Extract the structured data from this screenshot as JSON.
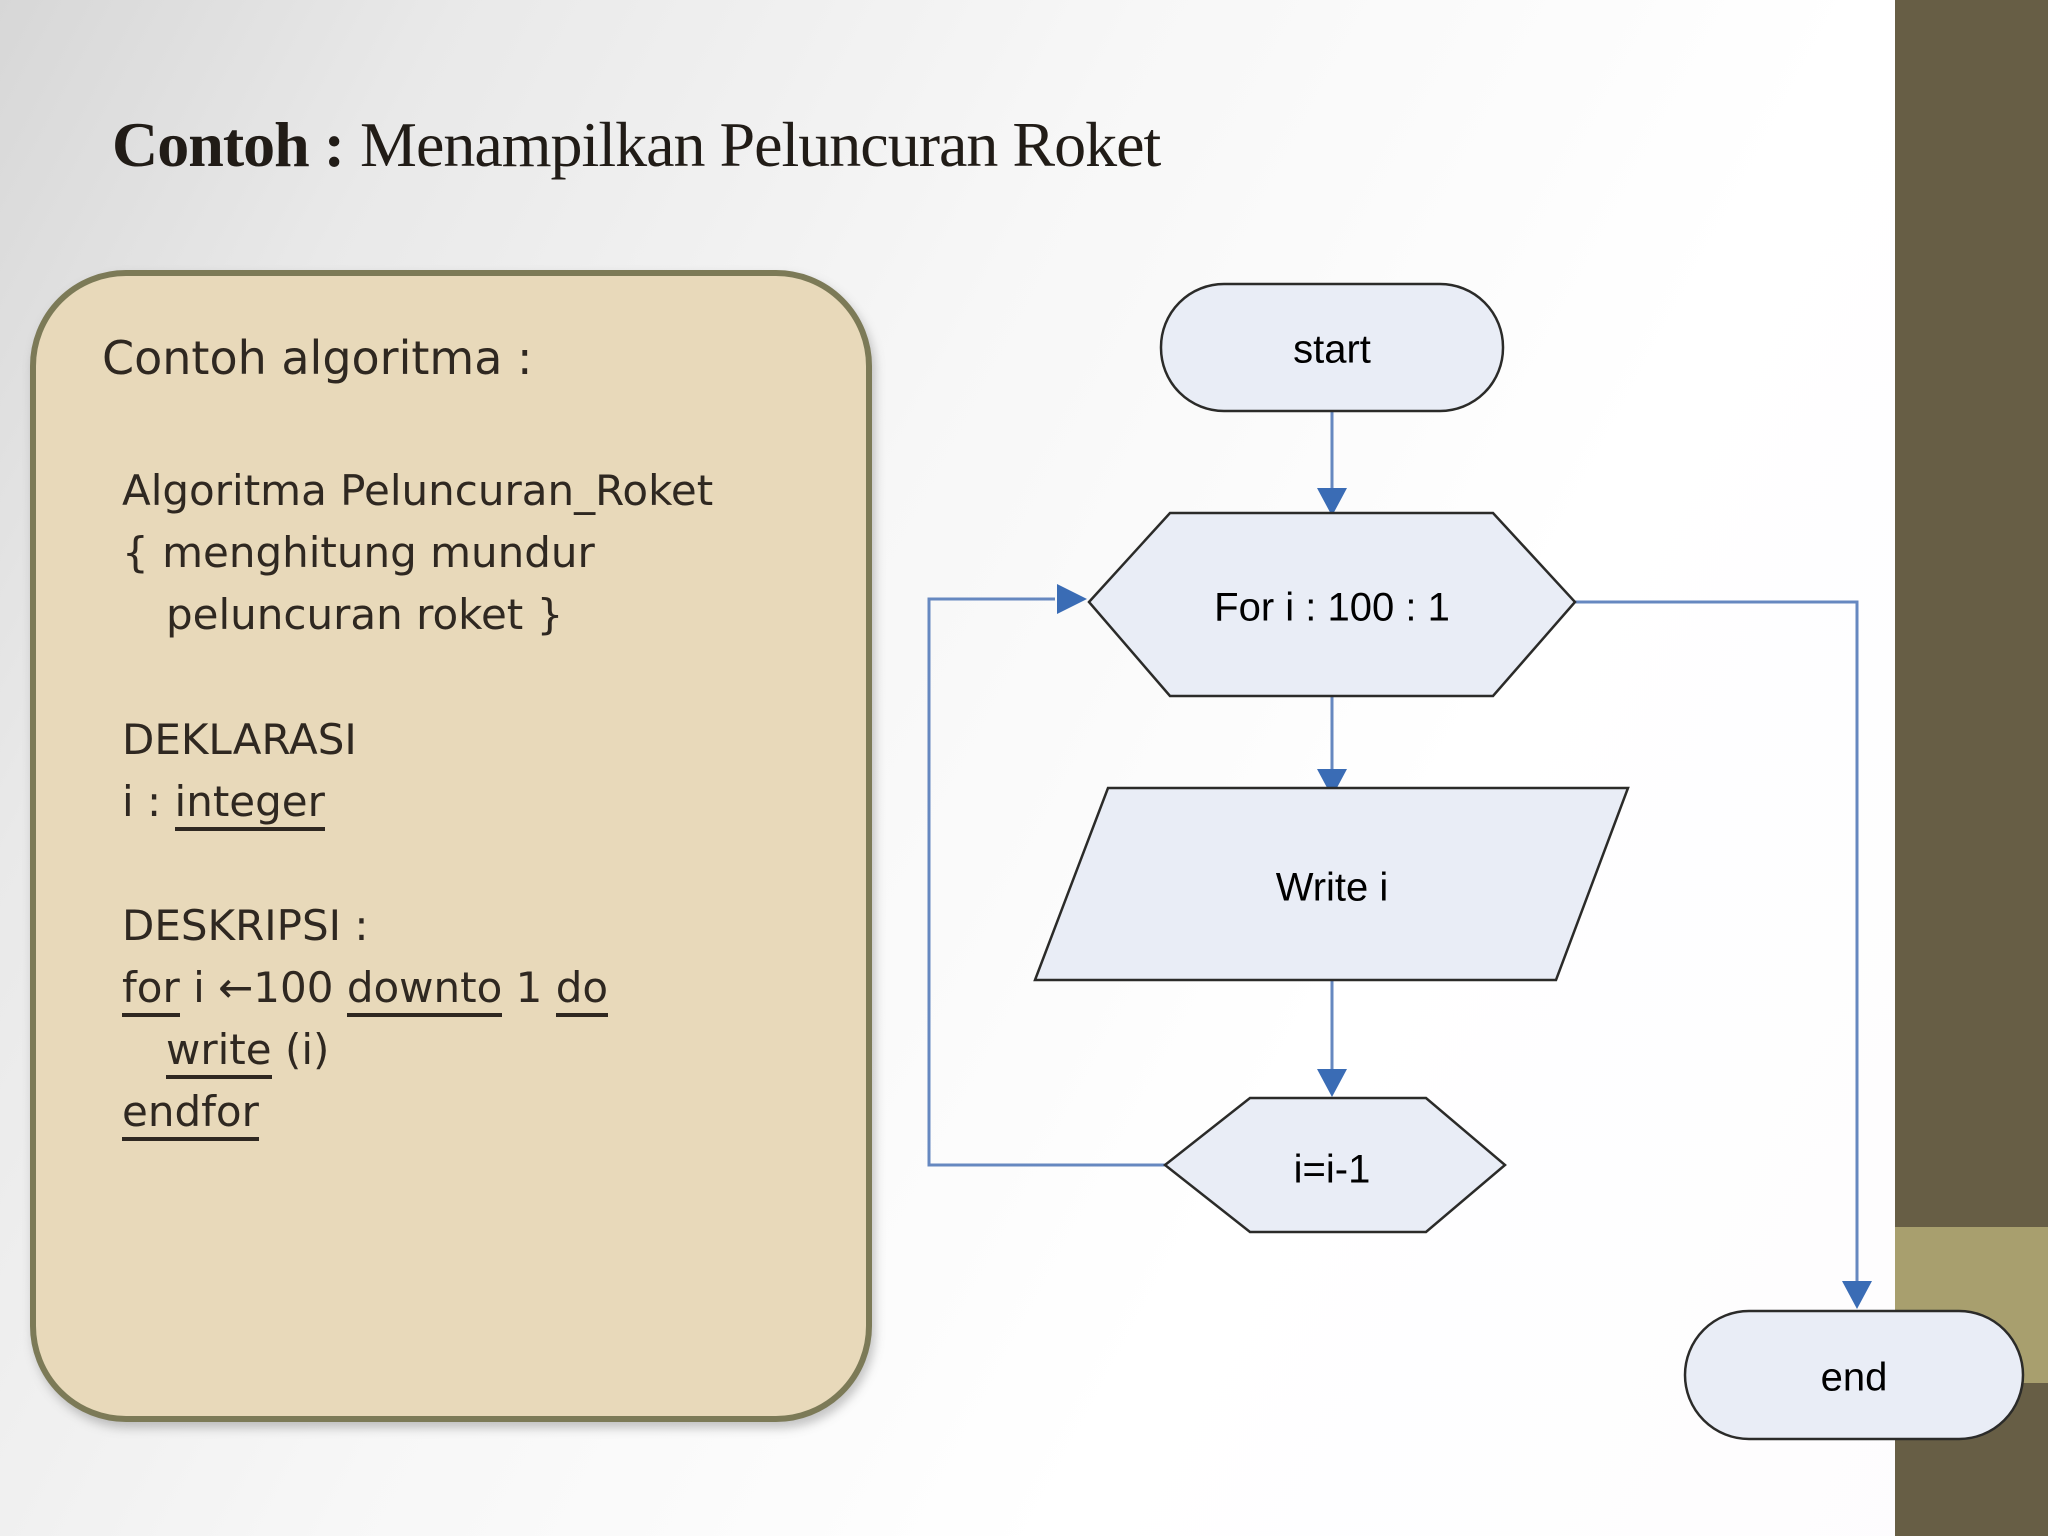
{
  "title": {
    "lead": "Contoh :",
    "rest": "Menampilkan Peluncuran Roket"
  },
  "algorithm_box": {
    "heading": "Contoh algoritma :",
    "line_algoritma": "Algoritma Peluncuran_Roket",
    "line_comment_open": "{  menghitung mundur",
    "line_comment_close": "peluncuran roket }",
    "line_deklarasi": "DEKLARASI",
    "line_decl_var_prefix": "i : ",
    "line_decl_var_type": "integer",
    "line_deskripsi": "DESKRIPSI :",
    "for_kw": "for",
    "for_mid": " i ←100 ",
    "downto_kw": "downto",
    "downto_mid": " 1 ",
    "do_kw": "do",
    "write_kw": "write",
    "write_arg": " (i)",
    "endfor_kw": "endfor"
  },
  "flowchart": {
    "start_label": "start",
    "for_label": "For i : 100 : 1",
    "write_label": "Write i",
    "decrement_label": "i=i-1",
    "end_label": "end"
  },
  "colors": {
    "connector_blue": "#6688c0",
    "arrowhead_blue": "#3a6cb5",
    "node_fill": "#e9edf6",
    "node_stroke": "#2b2b29",
    "box_fill": "#e8d9ba",
    "box_border": "#7c7a57",
    "box_text": "#2f2821",
    "sidebar_dark": "#675e45",
    "sidebar_light": "#a89f6e",
    "title_text": "#211c17"
  }
}
